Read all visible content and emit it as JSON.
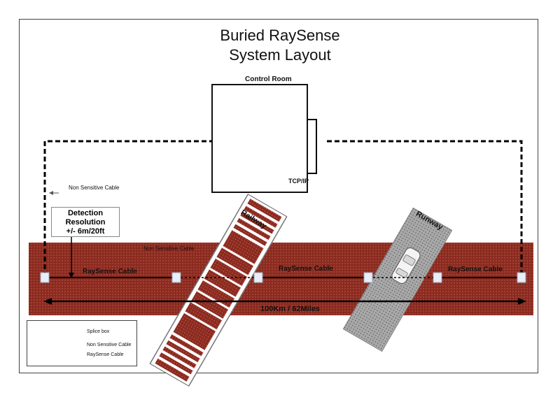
{
  "title": {
    "line1": "Buried RaySense",
    "line2": "System Layout"
  },
  "control_room": {
    "label": "Control Room",
    "link_label": "TCP/IP"
  },
  "labels": {
    "non_sensitive_top": "Non Sensitive Cable",
    "non_sensitive_mid": "Non Sensitive Cable",
    "railway": "Railway",
    "runway": "Runway",
    "raysense_1": "RaySense Cable",
    "raysense_2": "RaySense Cable",
    "raysense_3": "RaySense Cable",
    "distance": "100Km / 62Miles"
  },
  "detection": {
    "line1": "Detection",
    "line2": "Resolution",
    "line3": "+/- 6m/20ft"
  },
  "legend": {
    "splice_box": "Splice box",
    "non_sensitive": "Non Sensitive Cable",
    "raysense": "RaySense Cable"
  },
  "colors": {
    "ground": "#8b2a1f",
    "crossing": "#a8a8a8",
    "cable": "#000000",
    "splice": "#e8eef7"
  },
  "icons": [
    "monitor-icon",
    "server-icon",
    "car-icon",
    "arrow-left-icon"
  ]
}
